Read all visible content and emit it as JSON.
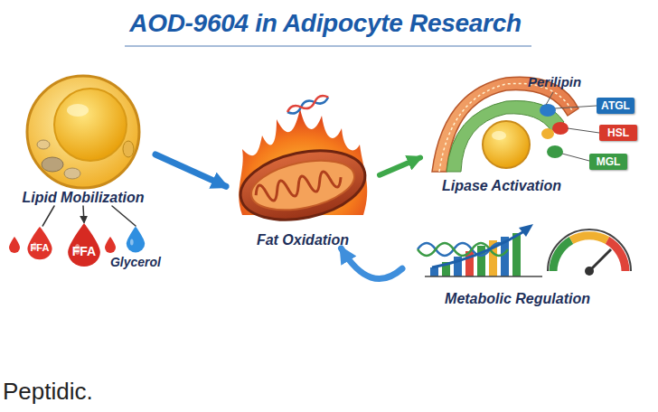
{
  "diagram": {
    "title": "AOD-9604 in Adipocyte Research",
    "nodes": [
      {
        "text": [
          "Lipid Mobilization"
        ]
      },
      {
        "text": [
          "Fat Oxidation"
        ]
      },
      {
        "text": [
          "Lipase Activation"
        ]
      },
      {
        "text": [
          "Metabolic Regulation"
        ]
      },
      {
        "text": [
          "FFA"
        ]
      },
      {
        "text": [
          "FFA"
        ]
      },
      {
        "text": [
          "Glycerol"
        ]
      },
      {
        "text": [
          "ATGL"
        ]
      },
      {
        "text": [
          "HSL"
        ]
      },
      {
        "text": [
          "MGL"
        ]
      }
    ],
    "edges": [
      {
        "from": 0,
        "to": 1,
        "arrow": "to"
      },
      {
        "from": 1,
        "to": 2,
        "arrow": "to"
      },
      {
        "from": 3,
        "to": 1,
        "arrow": "to"
      },
      {
        "from": 0,
        "to": 4,
        "arrow": "none"
      },
      {
        "from": 0,
        "to": 5,
        "arrow": "to"
      },
      {
        "from": 0,
        "to": 6,
        "arrow": "none"
      }
    ],
    "labels": [
      "Perilipin",
      "Peptidic."
    ]
  }
}
